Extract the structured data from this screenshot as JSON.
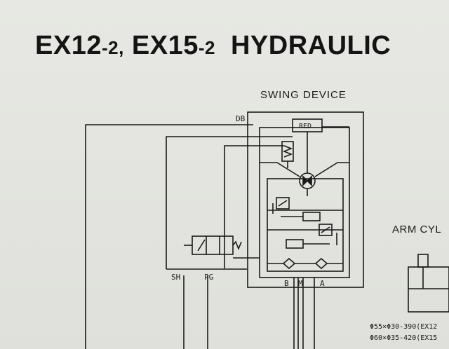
{
  "title": {
    "model_a": "EX12",
    "model_a_suffix": "-2,",
    "model_b": "EX15",
    "model_b_suffix": "-2",
    "system": "HYDRAULIC"
  },
  "swing_device": {
    "heading": "SWING DEVICE",
    "port_db": "DB",
    "valve_label": "RED",
    "port_b": "B",
    "port_m": "M",
    "port_a": "A"
  },
  "pilot_valve": {
    "port_sh": "SH",
    "port_pg": "PG"
  },
  "arm_cylinder": {
    "heading": "ARM CYL",
    "spec_ex12": "Φ55×Φ30-390(EX12",
    "spec_ex15": "Φ60×Φ35-420(EX15"
  }
}
